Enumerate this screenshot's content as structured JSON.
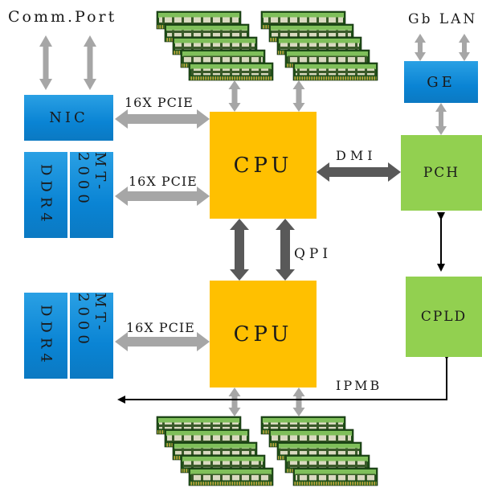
{
  "labels": {
    "comm_port": "Comm.Port",
    "gb_lan": "Gb LAN",
    "nic": "NIC",
    "ge": "GE",
    "cpu_top": "CPU",
    "cpu_bottom": "CPU",
    "pch": "PCH",
    "cpld": "CPLD",
    "dmi": "DMI",
    "qpi": "QPI",
    "ipmb": "IPMB",
    "pcie_nic": "16X PCIE",
    "pcie_top": "16X PCIE",
    "pcie_bottom": "16X PCIE",
    "ddr4_top": "DDR4",
    "mt_top": "MT-2000",
    "ddr4_bottom": "DDR4",
    "mt_bottom": "MT-2000"
  },
  "colors": {
    "cpu": "#ffc000",
    "chip": "#92d050",
    "blue_block": "#0a84d4",
    "arrow_light": "#a6a6a6",
    "arrow_dark": "#595959",
    "line": "#000000"
  }
}
